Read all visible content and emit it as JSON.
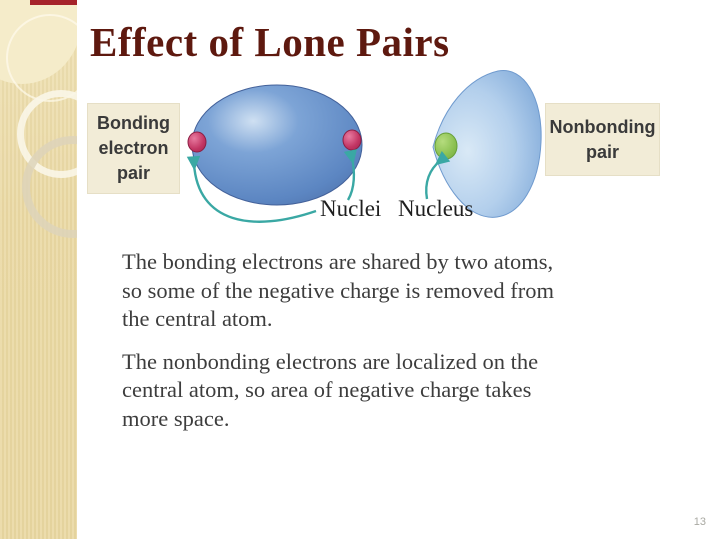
{
  "slide": {
    "title": "Effect of Lone Pairs",
    "diagram": {
      "bonding_label": "Bonding\nelectron\npair",
      "nonbonding_label": "Nonbonding\npair",
      "nuclei_label": "Nuclei",
      "nucleus_label": "Nucleus"
    },
    "body": {
      "paragraph1": "The bonding electrons are shared by two atoms,\nso some of the negative charge is removed from\nthe central atom.",
      "paragraph2": "The nonbonding electrons are localized on the\ncentral atom, so area of negative charge takes\nmore space."
    },
    "footer": {
      "page_number": "13"
    },
    "colors": {
      "title_maroon": "#5e190f",
      "sidebar_tan": "#ead8a2",
      "accent_red": "#a5232a",
      "label_box_bg": "#f2ecd7",
      "ellipse_blue": "#5c86c2",
      "cone_blue_light": "#c6ddf1",
      "bonding_dot_pink": "#c23563",
      "nonbonding_dot_green": "#8cc152",
      "arrow_teal": "#3aa8a4",
      "body_text": "#3d3d3d"
    }
  }
}
